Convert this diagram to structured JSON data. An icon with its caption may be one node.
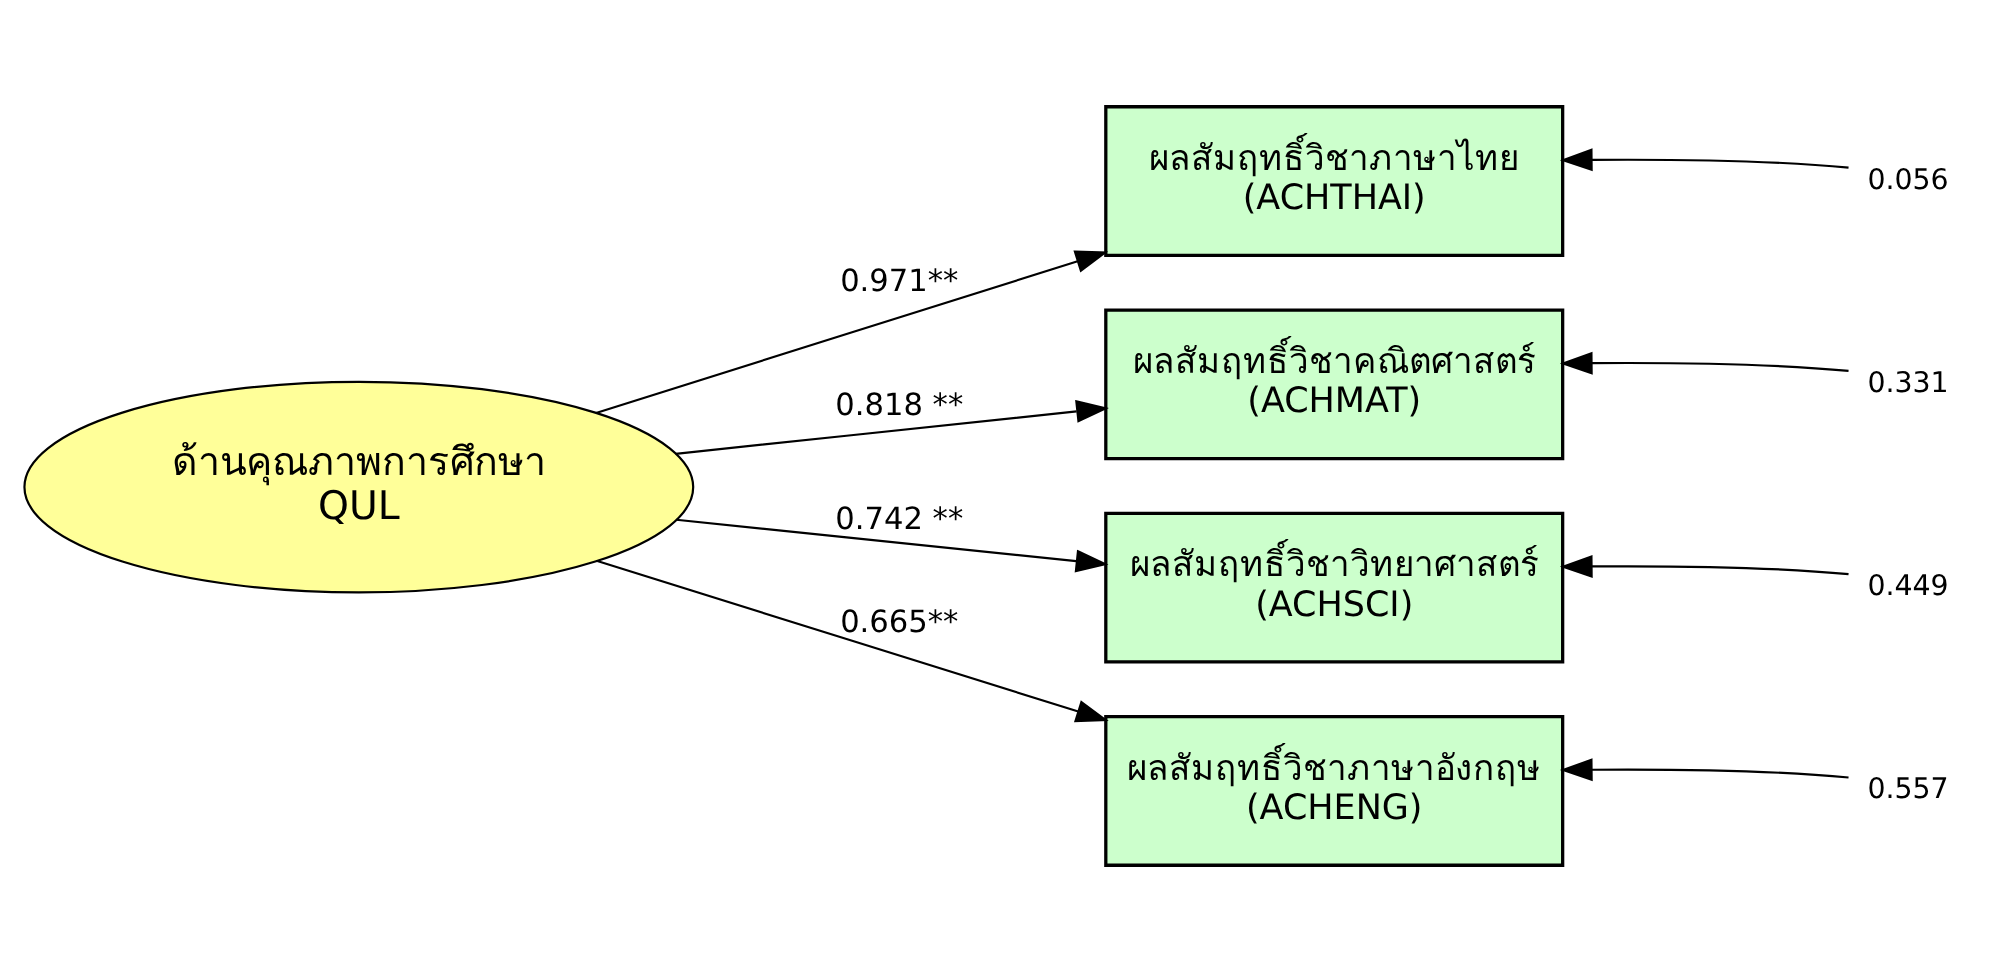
{
  "diagram": {
    "nodes": [
      {
        "text": [
          "ด้านคุณภาพการศึกษา",
          "QUL"
        ]
      },
      {
        "text": [
          "ผลสัมฤทธิ์วิชาภาษาไทย",
          "(ACHTHAI)"
        ]
      },
      {
        "text": [
          "ผลสัมฤทธิ์วิชาคณิตศาสตร์",
          "(ACHMAT)"
        ]
      },
      {
        "text": [
          "ผลสัมฤทธิ์วิชาวิทยาศาสตร์",
          "(ACHSCI)"
        ]
      },
      {
        "text": [
          "ผลสัมฤทธิ์วิชาภาษาอังกฤษ",
          "(ACHENG)"
        ]
      },
      {
        "text": [
          "0.056"
        ]
      },
      {
        "text": [
          "0.331"
        ]
      },
      {
        "text": [
          "0.449"
        ]
      },
      {
        "text": [
          "0.557"
        ]
      }
    ],
    "edges": [
      {
        "from": 0,
        "to": 1,
        "arrow": "to",
        "label": "0.971**"
      },
      {
        "from": 0,
        "to": 2,
        "arrow": "to",
        "label": "0.818 **"
      },
      {
        "from": 0,
        "to": 3,
        "arrow": "to",
        "label": "0.742 **"
      },
      {
        "from": 0,
        "to": 4,
        "arrow": "to",
        "label": "0.665**"
      },
      {
        "from": 5,
        "to": 1,
        "arrow": "to"
      },
      {
        "from": 6,
        "to": 2,
        "arrow": "to"
      },
      {
        "from": 7,
        "to": 3,
        "arrow": "to"
      },
      {
        "from": 8,
        "to": 4,
        "arrow": "to"
      }
    ]
  }
}
